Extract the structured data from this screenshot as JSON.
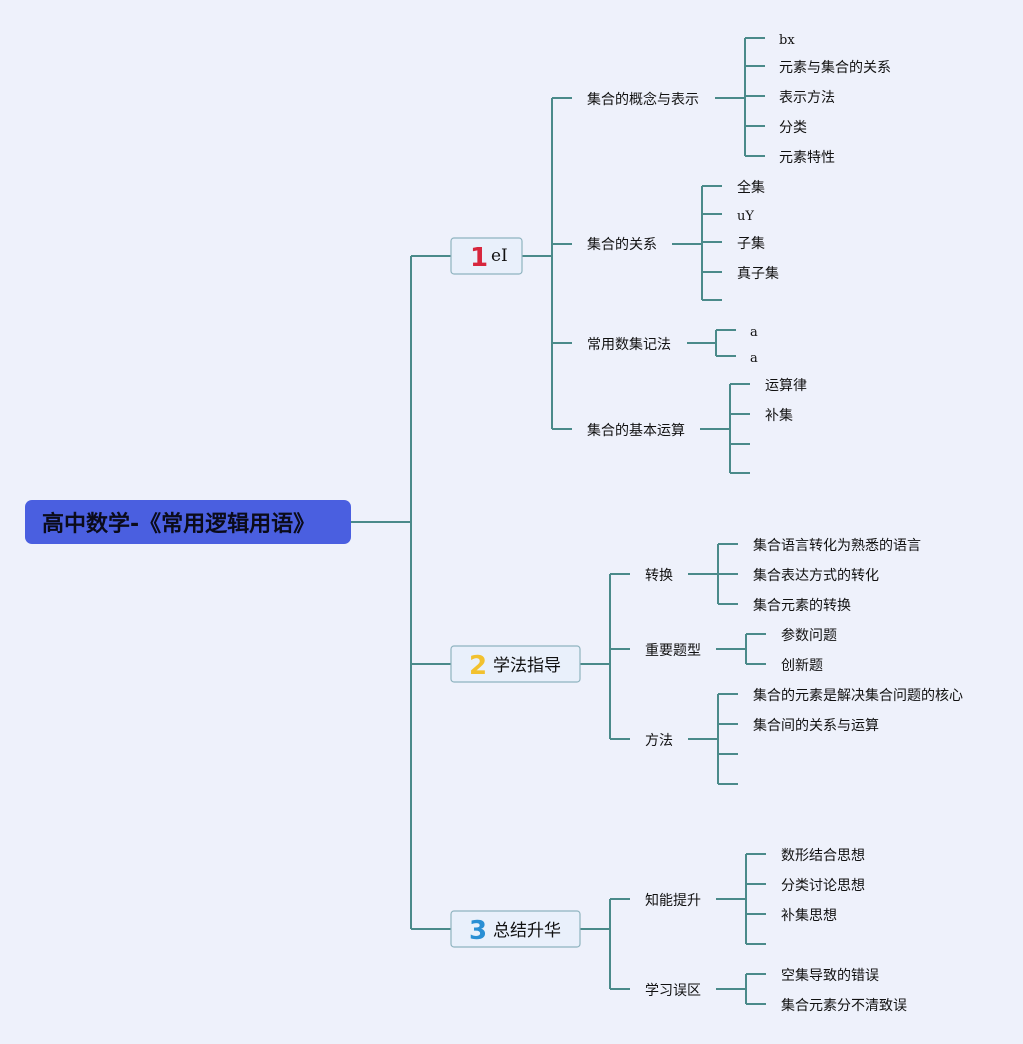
{
  "root": {
    "title": "高中数学-《常用逻辑用语》",
    "color": "#4a5fe0"
  },
  "line_color": "#4a8a8a",
  "sections": [
    {
      "badge": "1",
      "badge_color": "#d7263d",
      "label": "eI",
      "topics": [
        {
          "label": "集合的概念与表示",
          "items": [
            "bx",
            "元素与集合的关系",
            "表示方法",
            "分类",
            "元素特性"
          ]
        },
        {
          "label": "集合的关系",
          "items": [
            "全集",
            "uY",
            "子集",
            "真子集",
            ""
          ]
        },
        {
          "label": "常用数集记法",
          "items": [
            "a",
            "a"
          ]
        },
        {
          "label": "集合的基本运算",
          "items": [
            "运算律",
            "补集",
            "",
            ""
          ]
        }
      ]
    },
    {
      "badge": "2",
      "badge_color": "#f2c12e",
      "label": "学法指导",
      "topics": [
        {
          "label": "转换",
          "items": [
            "集合语言转化为熟悉的语言",
            "集合表达方式的转化",
            "集合元素的转换"
          ]
        },
        {
          "label": "重要题型",
          "items": [
            "参数问题",
            "创新题"
          ]
        },
        {
          "label": "方法",
          "items": [
            "集合的元素是解决集合问题的核心",
            "集合间的关系与运算",
            "",
            ""
          ]
        }
      ]
    },
    {
      "badge": "3",
      "badge_color": "#2a8fd4",
      "label": "总结升华",
      "topics": [
        {
          "label": "知能提升",
          "items": [
            "数形结合思想",
            "分类讨论思想",
            "补集思想",
            ""
          ]
        },
        {
          "label": "学习误区",
          "items": [
            "空集导致的错误",
            "集合元素分不清致误"
          ]
        }
      ]
    }
  ]
}
